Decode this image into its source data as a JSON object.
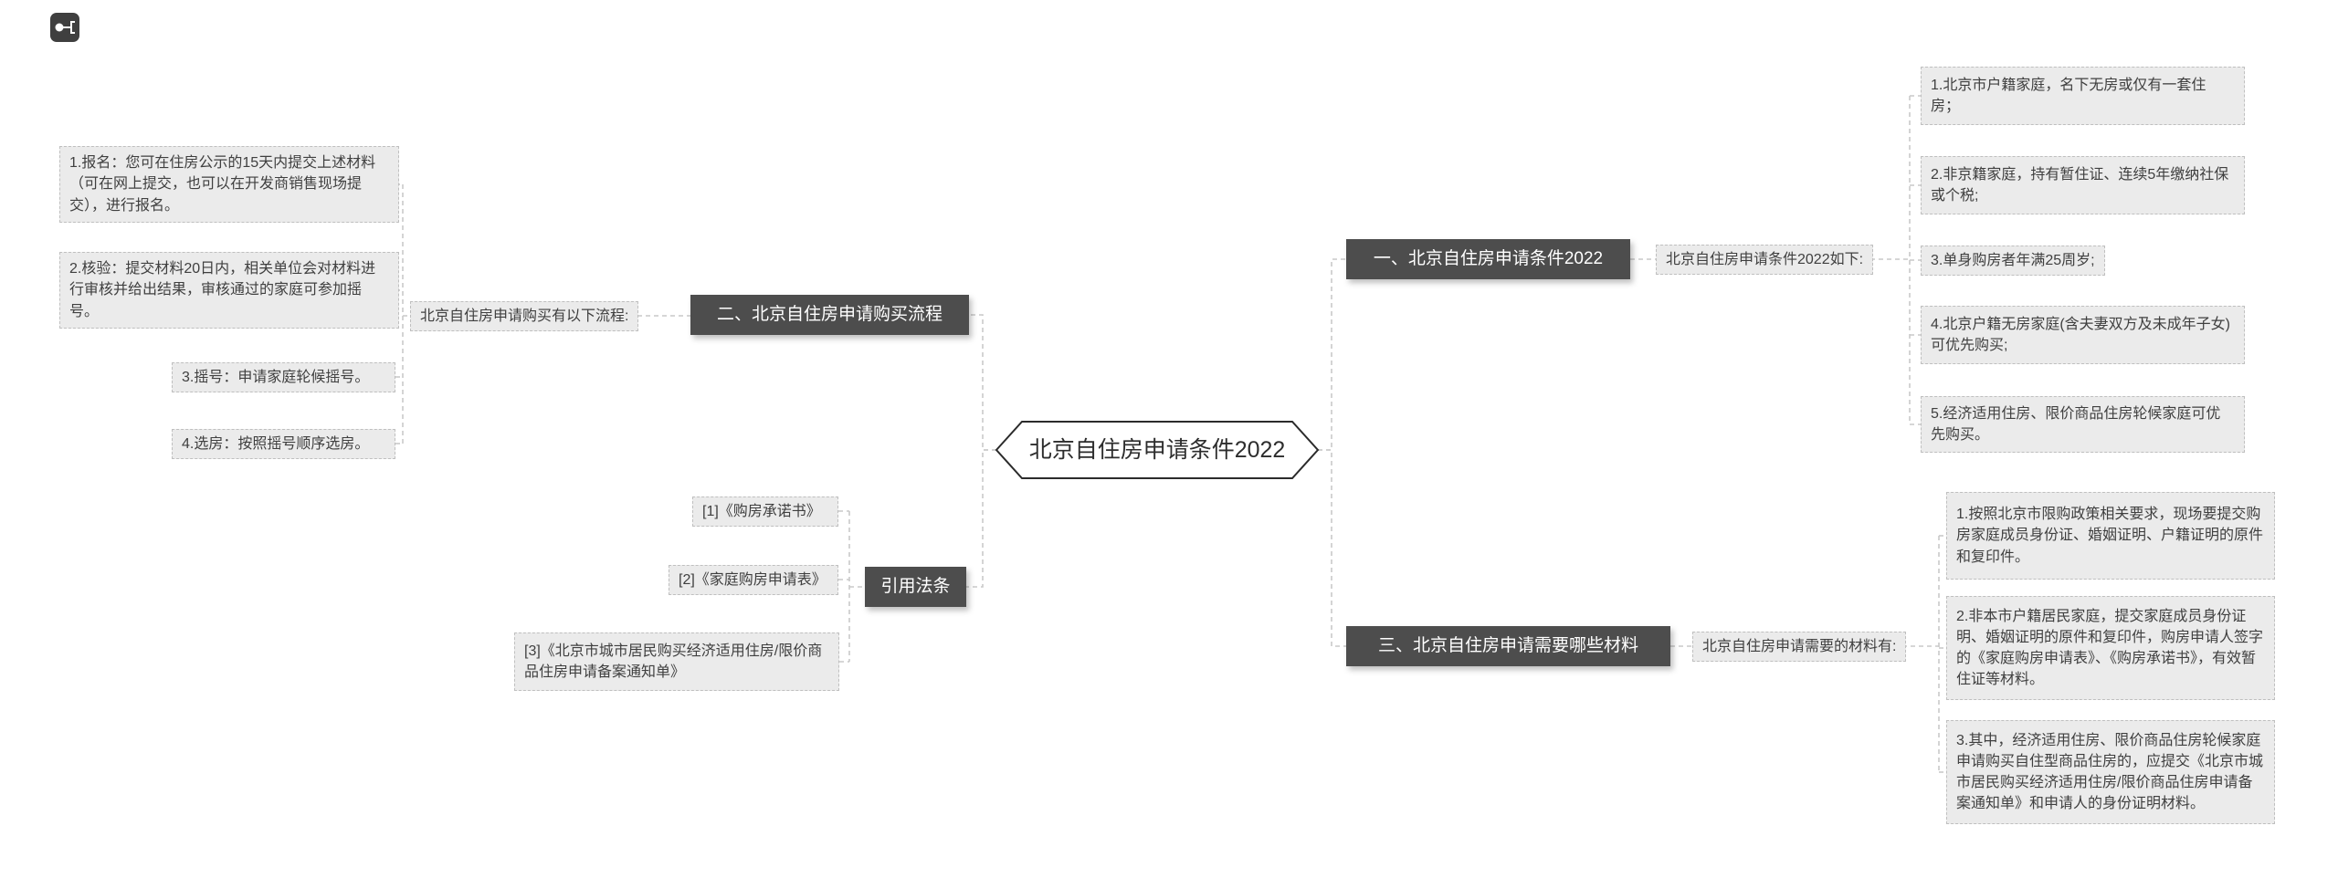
{
  "center": {
    "title": "北京自住房申请条件2022"
  },
  "branches": {
    "conditions": {
      "node": "一、北京自住房申请条件2022",
      "label": "北京自住房申请条件2022如下:",
      "items": [
        "1.北京市户籍家庭，名下无房或仅有一套住房；",
        "2.非京籍家庭，持有暂住证、连续5年缴纳社保或个税;",
        "3.单身购房者年满25周岁;",
        "4.北京户籍无房家庭(含夫妻双方及未成年子女)可优先购买;",
        "5.经济适用住房、限价商品住房轮候家庭可优先购买。"
      ]
    },
    "process": {
      "node": "二、北京自住房申请购买流程",
      "label": "北京自住房申请购买有以下流程:",
      "items": [
        "1.报名：您可在住房公示的15天内提交上述材料（可在网上提交，也可以在开发商销售现场提交），进行报名。",
        "2.核验：提交材料20日内，相关单位会对材料进行审核并给出结果，审核通过的家庭可参加摇号。",
        "3.摇号：申请家庭轮候摇号。",
        "4.选房：按照摇号顺序选房。"
      ]
    },
    "materials": {
      "node": "三、北京自住房申请需要哪些材料",
      "label": "北京自住房申请需要的材料有:",
      "items": [
        "1.按照北京市限购政策相关要求，现场要提交购房家庭成员身份证、婚姻证明、户籍证明的原件和复印件。",
        "2.非本市户籍居民家庭，提交家庭成员身份证明、婚姻证明的原件和复印件，购房申请人签字的《家庭购房申请表》、《购房承诺书》，有效暂住证等材料。",
        "3.其中，经济适用住房、限价商品住房轮候家庭申请购买自住型商品住房的，应提交《北京市城市居民购买经济适用住房/限价商品住房申请备案通知单》和申请人的身份证明材料。"
      ]
    },
    "citations": {
      "node": "引用法条",
      "items": [
        "[1]《购房承诺书》",
        "[2]《家庭购房申请表》",
        "[3]《北京市城市居民购买经济适用住房/限价商品住房申请备案通知单》"
      ]
    }
  },
  "colors": {
    "canvas": "#ffffff",
    "node_bg": "#ebebeb",
    "branch_bg": "#4d4d4d",
    "branch_text": "#ffffff",
    "connector": "#c9c9c9",
    "text": "#3f3f3f"
  }
}
